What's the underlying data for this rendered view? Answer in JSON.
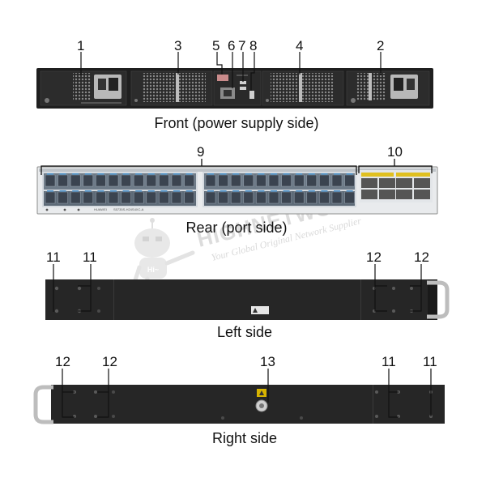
{
  "captions": {
    "front": "Front (power supply side)",
    "rear": "Rear (port side)",
    "left": "Left side",
    "right": "Right side"
  },
  "callouts": {
    "c1": "1",
    "c2": "2",
    "c3": "3",
    "c4": "4",
    "c5": "5",
    "c6": "6",
    "c7": "7",
    "c8": "8",
    "c9": "9",
    "c10": "10",
    "left_11a": "11",
    "left_11b": "11",
    "left_12a": "12",
    "left_12b": "12",
    "right_12a": "12",
    "right_12b": "12",
    "right_13": "13",
    "right_11a": "11",
    "right_11b": "11"
  },
  "panel_text": {
    "brand_rear": "HUAWEI",
    "model_rear": "S5735S-H24S4XC-A"
  },
  "watermark": {
    "brand": "HIGHNETWORK",
    "slogan": "Your Global Original Network Supplier",
    "mascot_badge": "Hi~"
  },
  "colors": {
    "chassis": "#1f1f1f",
    "port_gray": "#6e7b88",
    "port_blue": "#4a90c8",
    "sfp_yellow": "#e0c020",
    "ground_yellow": "#d8b400",
    "line": "#111111"
  }
}
